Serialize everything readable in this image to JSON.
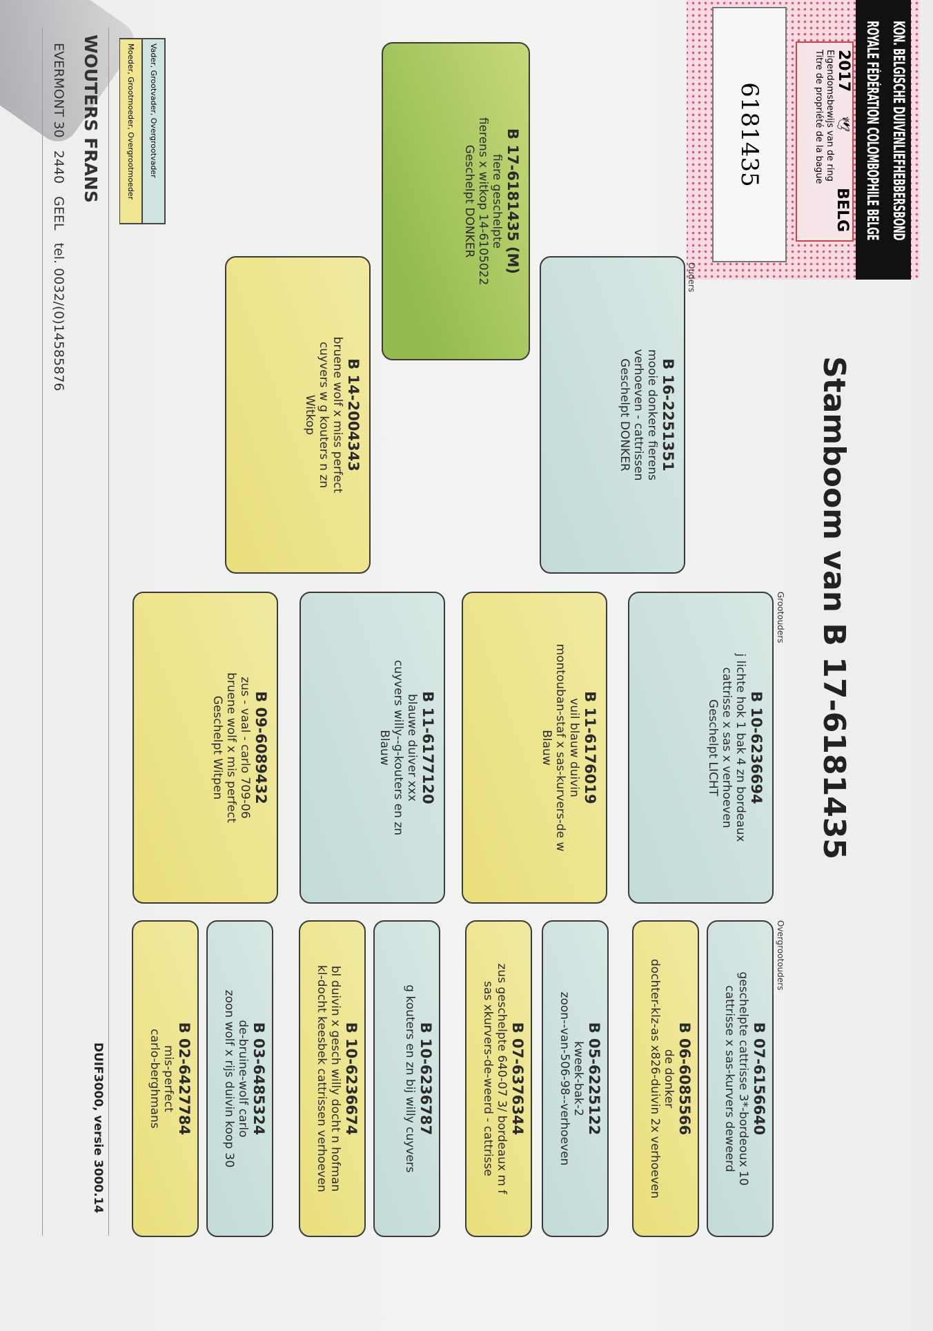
{
  "title": "Stamboom van B 17-6181435",
  "column_labels": {
    "parents": "Ouders",
    "grandparents": "Grootouders",
    "great_grandparents": "Overgrootouders"
  },
  "ring_certificate": {
    "line1": "KON. BELGISCHE DUIVENLIEFHEBBERSBOND",
    "line2": "ROYALE FÉDÉRATION COLOMBOPHILE BELGE",
    "year": "2017",
    "country": "BELG",
    "subtitle_nl": "Eigendomsbewijs van de ring",
    "subtitle_fr": "Titre de propriété de la bague",
    "number": "6181435"
  },
  "subject": {
    "ring": "B 17-6181435 (M)",
    "lines": [
      "fiere geschelpte",
      "fierens x witkop 14-6105022",
      "Geschelpt DONKER"
    ],
    "color": "green"
  },
  "parents": [
    {
      "ring": "B 16-2251351",
      "lines": [
        "mooie donkere fierens",
        "verhoeven - cattrissen",
        "Geschelpt DONKER"
      ],
      "color": "blue"
    },
    {
      "ring": "B 14-2004343",
      "lines": [
        "bruene wolf x miss perfect",
        "cuyvers w g kouters n zn",
        "Witkop"
      ],
      "color": "yellow"
    }
  ],
  "grandparents": [
    {
      "ring": "B 10-6236694",
      "lines": [
        "j lichte  hok 1 bak 4 zn bordeaux",
        "cattrisse x sas x verhoeven",
        "Geschelpt LICHT"
      ],
      "color": "blue"
    },
    {
      "ring": "B 11-6176019",
      "lines": [
        "vuil blauw duivin",
        "montouban-staf x sas-kurvers-de w",
        "Blauw"
      ],
      "color": "yellow"
    },
    {
      "ring": "B 11-6177120",
      "lines": [
        "blauwe duiver xxx",
        "cuyvers willy--g-kouters en zn",
        "Blauw"
      ],
      "color": "blue"
    },
    {
      "ring": "B 09-6089432",
      "lines": [
        "zus  - vaal  - carlo 709-06",
        "bruene wolf x mis perfect",
        "Geschelpt Witpen"
      ],
      "color": "yellow"
    }
  ],
  "great_grandparents": [
    {
      "ring": "B 07-6156640",
      "lines": [
        "geschelpte cattrisse 3*-bordeoux 10",
        "cattrisse x  sas-kurvers deweerd"
      ],
      "color": "blue"
    },
    {
      "ring": "B 06-6085566",
      "lines": [
        "de donker",
        "dochter-klz-as x826-duivin 2x verhoeven"
      ],
      "color": "yellow"
    },
    {
      "ring": "B 05-6225122",
      "lines": [
        "kweek-bak-2",
        "zoon--van-506-98--verhoeven"
      ],
      "color": "blue"
    },
    {
      "ring": "B 07-6376344",
      "lines": [
        "zus geschelpte 640-07 3/ bordeaux m f",
        "sas xkurvers-de-weerd - cattrisse"
      ],
      "color": "yellow"
    },
    {
      "ring": "B 10-6236787",
      "lines": [
        "g kouters en zn bij willy cuyvers"
      ],
      "color": "blue"
    },
    {
      "ring": "B 10-6236674",
      "lines": [
        "bl duivin x gesch willy docht n hofman",
        "kl-docht keesbek cattrissen verhoeven"
      ],
      "color": "yellow"
    },
    {
      "ring": "B 03-6485324",
      "lines": [
        "de-bruine-wolf carlo",
        "zoon wolf x rijs duivin koop 30"
      ],
      "color": "blue"
    },
    {
      "ring": "B 02-6427784",
      "lines": [
        "mis-perfect",
        "carlo-berghmans"
      ],
      "color": "yellow"
    }
  ],
  "legend": {
    "male": "Vader, Grootvader, Overgrootvader",
    "female": "Moeder, Grootmoeder, Overgrootmoeder"
  },
  "footer": {
    "owner": "WOUTERS FRANS",
    "address": "EVERMONT 30   2440   GEEL   tel. 0032/(0)14585876",
    "software": "DUIF3000, versie 3000.14"
  }
}
